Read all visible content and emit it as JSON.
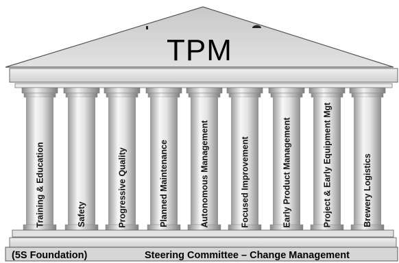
{
  "roof": {
    "title": "TPM"
  },
  "pillars": [
    {
      "label": "Training & Education"
    },
    {
      "label": "Safety"
    },
    {
      "label": "Progressive Quality"
    },
    {
      "label": "Planned Maintenance"
    },
    {
      "label": "Autonomous Management"
    },
    {
      "label": "Focused Improvement"
    },
    {
      "label": "Early Product  Management"
    },
    {
      "label": "Project & Early Equipment Mgt"
    },
    {
      "label": "Brewery Logistics"
    }
  ],
  "foundation": {
    "left_text": "(5S Foundation)",
    "right_text": "Steering Committee – Change Management"
  },
  "colors": {
    "roof_fill": "#d8d8d8",
    "slab_fill": "#e6e6e6",
    "column_light": "#f4f4f4",
    "column_dark": "#a9a9a9",
    "outline": "#4a4a4a"
  }
}
